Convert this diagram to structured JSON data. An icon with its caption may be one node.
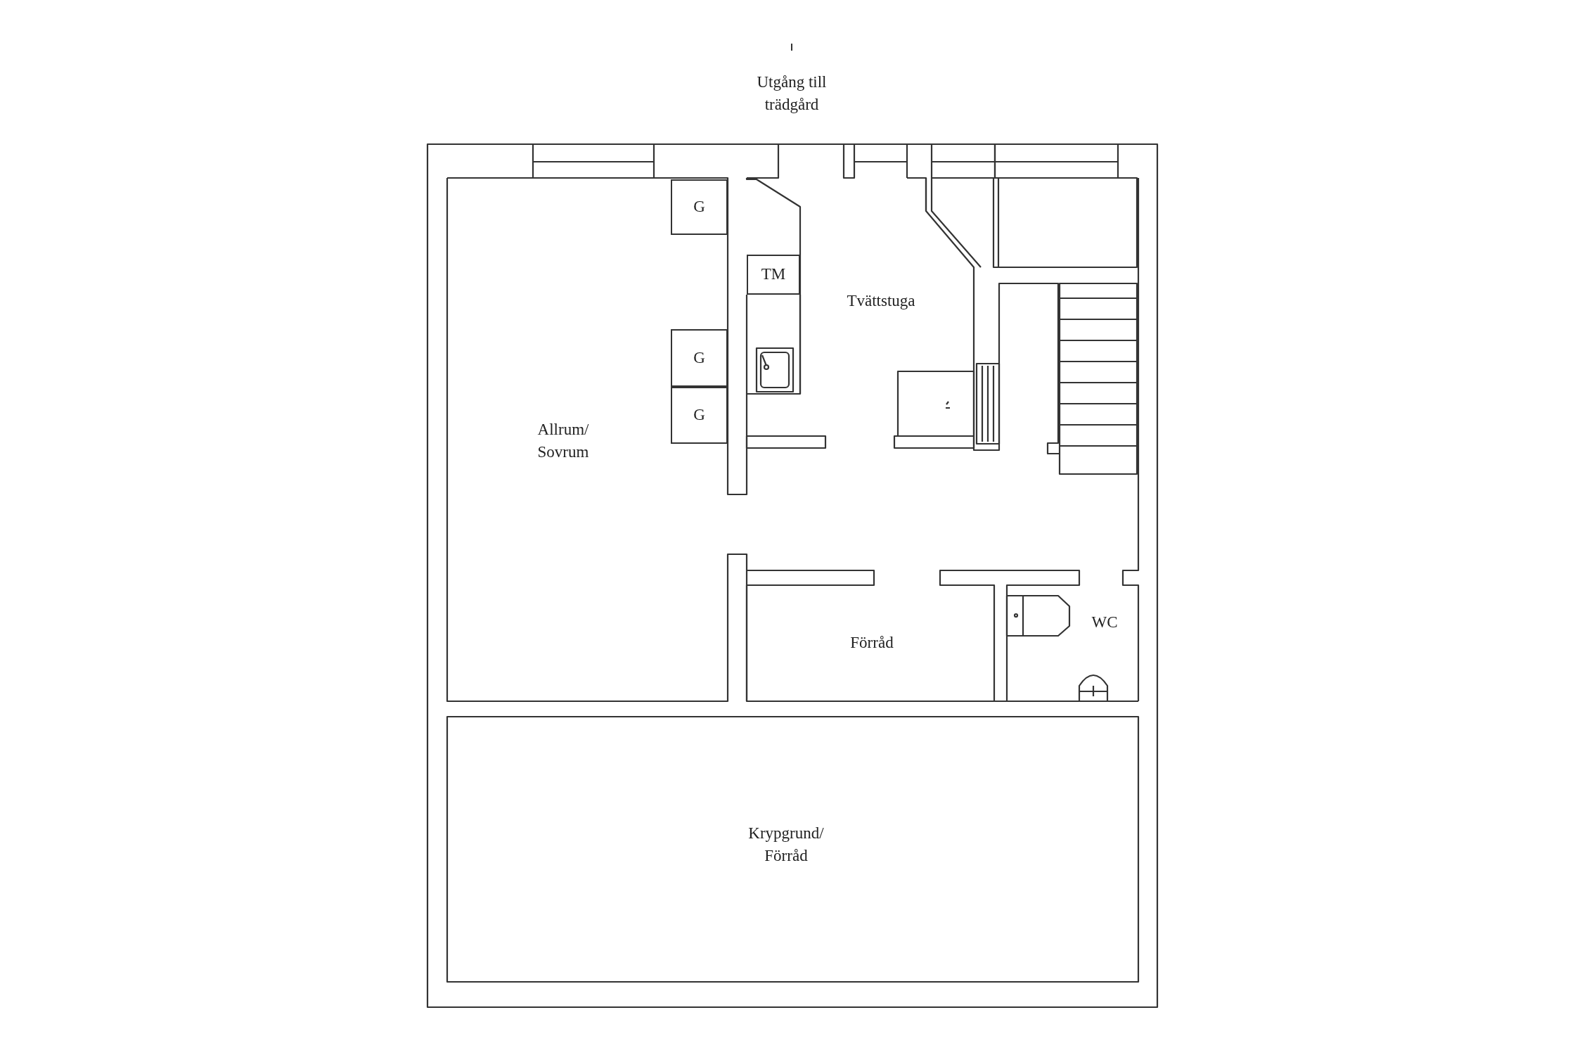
{
  "diagram": {
    "nodes": [
      {
        "text": [
          "G"
        ]
      },
      {
        "text": [
          "TM"
        ]
      },
      {
        "text": [
          "G"
        ]
      },
      {
        "text": [
          "G"
        ]
      }
    ],
    "labels": [
      "Utgång till trädgård",
      "Tvättstuga",
      "Allrum/ Sovrum",
      "Förråd",
      "WC",
      "Krypgrund/ Förråd"
    ]
  }
}
